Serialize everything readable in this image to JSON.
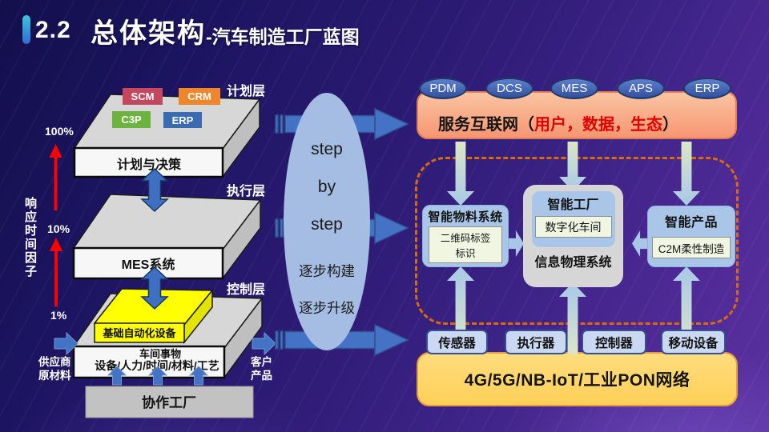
{
  "title": {
    "number": "2.2",
    "main": "总体架构",
    "sub": "-汽车制造工厂蓝图"
  },
  "left": {
    "axis_label": "响应时间因子",
    "tick_100": "100%",
    "tick_10": "10%",
    "tick_1": "1%",
    "layer1_label": "计划层",
    "layer1_face": "计划与决策",
    "tag_scm": "SCM",
    "tag_crm": "CRM",
    "tag_c3p": "C3P",
    "tag_erp": "ERP",
    "layer2_label": "执行层",
    "layer2_face": "MES系统",
    "layer3_label": "控制层",
    "layer3_top": "基础自动化设备",
    "layer3_face1": "车间事物",
    "layer3_face2": "设备/人力/时间/材料/工艺",
    "supplier1": "供应商",
    "supplier2": "原材料",
    "customer1": "客户",
    "customer2": "产品",
    "collab": "协作工厂"
  },
  "ellipse": {
    "line1": "step",
    "line2": "by",
    "line3": "step",
    "line4": "逐步构建",
    "line5": "逐步升级"
  },
  "right": {
    "bubbles": [
      "PDM",
      "DCS",
      "MES",
      "APS",
      "ERP"
    ],
    "service_prefix": "服务互联网（",
    "service_highlight": "用户，数据，生态",
    "service_suffix": "）",
    "material_title": "智能物料系统",
    "material_sub1": "二维码标签",
    "material_sub2": "标识",
    "factory_title": "智能工厂",
    "factory_sub": "数字化车间",
    "cps_label": "信息物理系统",
    "product_title": "智能产品",
    "product_sub": "C2M柔性制造",
    "devices": [
      "传感器",
      "执行器",
      "控制器",
      "移动设备"
    ],
    "network_bar": "4G/5G/NB-IoT/工业PON网络"
  },
  "colors": {
    "accent_teal": "#3ec6d8",
    "arrow_blue": "#4472c4",
    "chip_scm": "#c44760",
    "chip_crm": "#f0862b",
    "chip_c3p": "#6cb33f",
    "chip_erp": "#3a6bb0",
    "service_salmon": "#f69672",
    "highlight_red": "#e00000",
    "dashed_border": "#d96b0c",
    "network_yellow": "#ffd966",
    "slab_yellow": "#ffff00",
    "panel_blue": "#a9c6e9"
  }
}
